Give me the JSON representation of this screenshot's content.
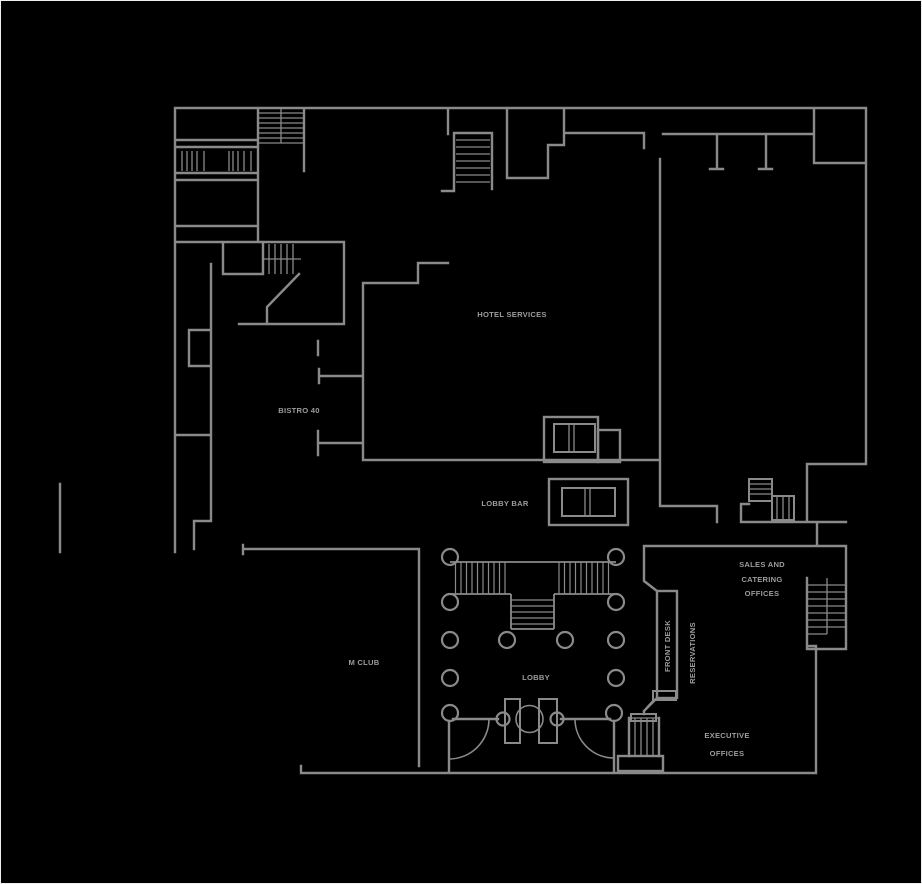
{
  "page": {
    "background_color": "#000000",
    "frame_border_color": "#efefef"
  },
  "plan": {
    "line_color": "#8a8a8a",
    "label_color": "#9c9c9c",
    "labels": {
      "hotel_services": "HOTEL SERVICES",
      "bistro_40": "BISTRO 40",
      "lobby_bar": "LOBBY BAR",
      "lobby": "LOBBY",
      "m_club": "M CLUB",
      "front_desk": "FRONT DESK",
      "reservations": "RESERVATIONS",
      "sales_catering_line1": "SALES AND",
      "sales_catering_line2": "CATERING",
      "sales_catering_line3": "OFFICES",
      "executive_line1": "EXECUTIVE",
      "executive_line2": "OFFICES"
    }
  }
}
